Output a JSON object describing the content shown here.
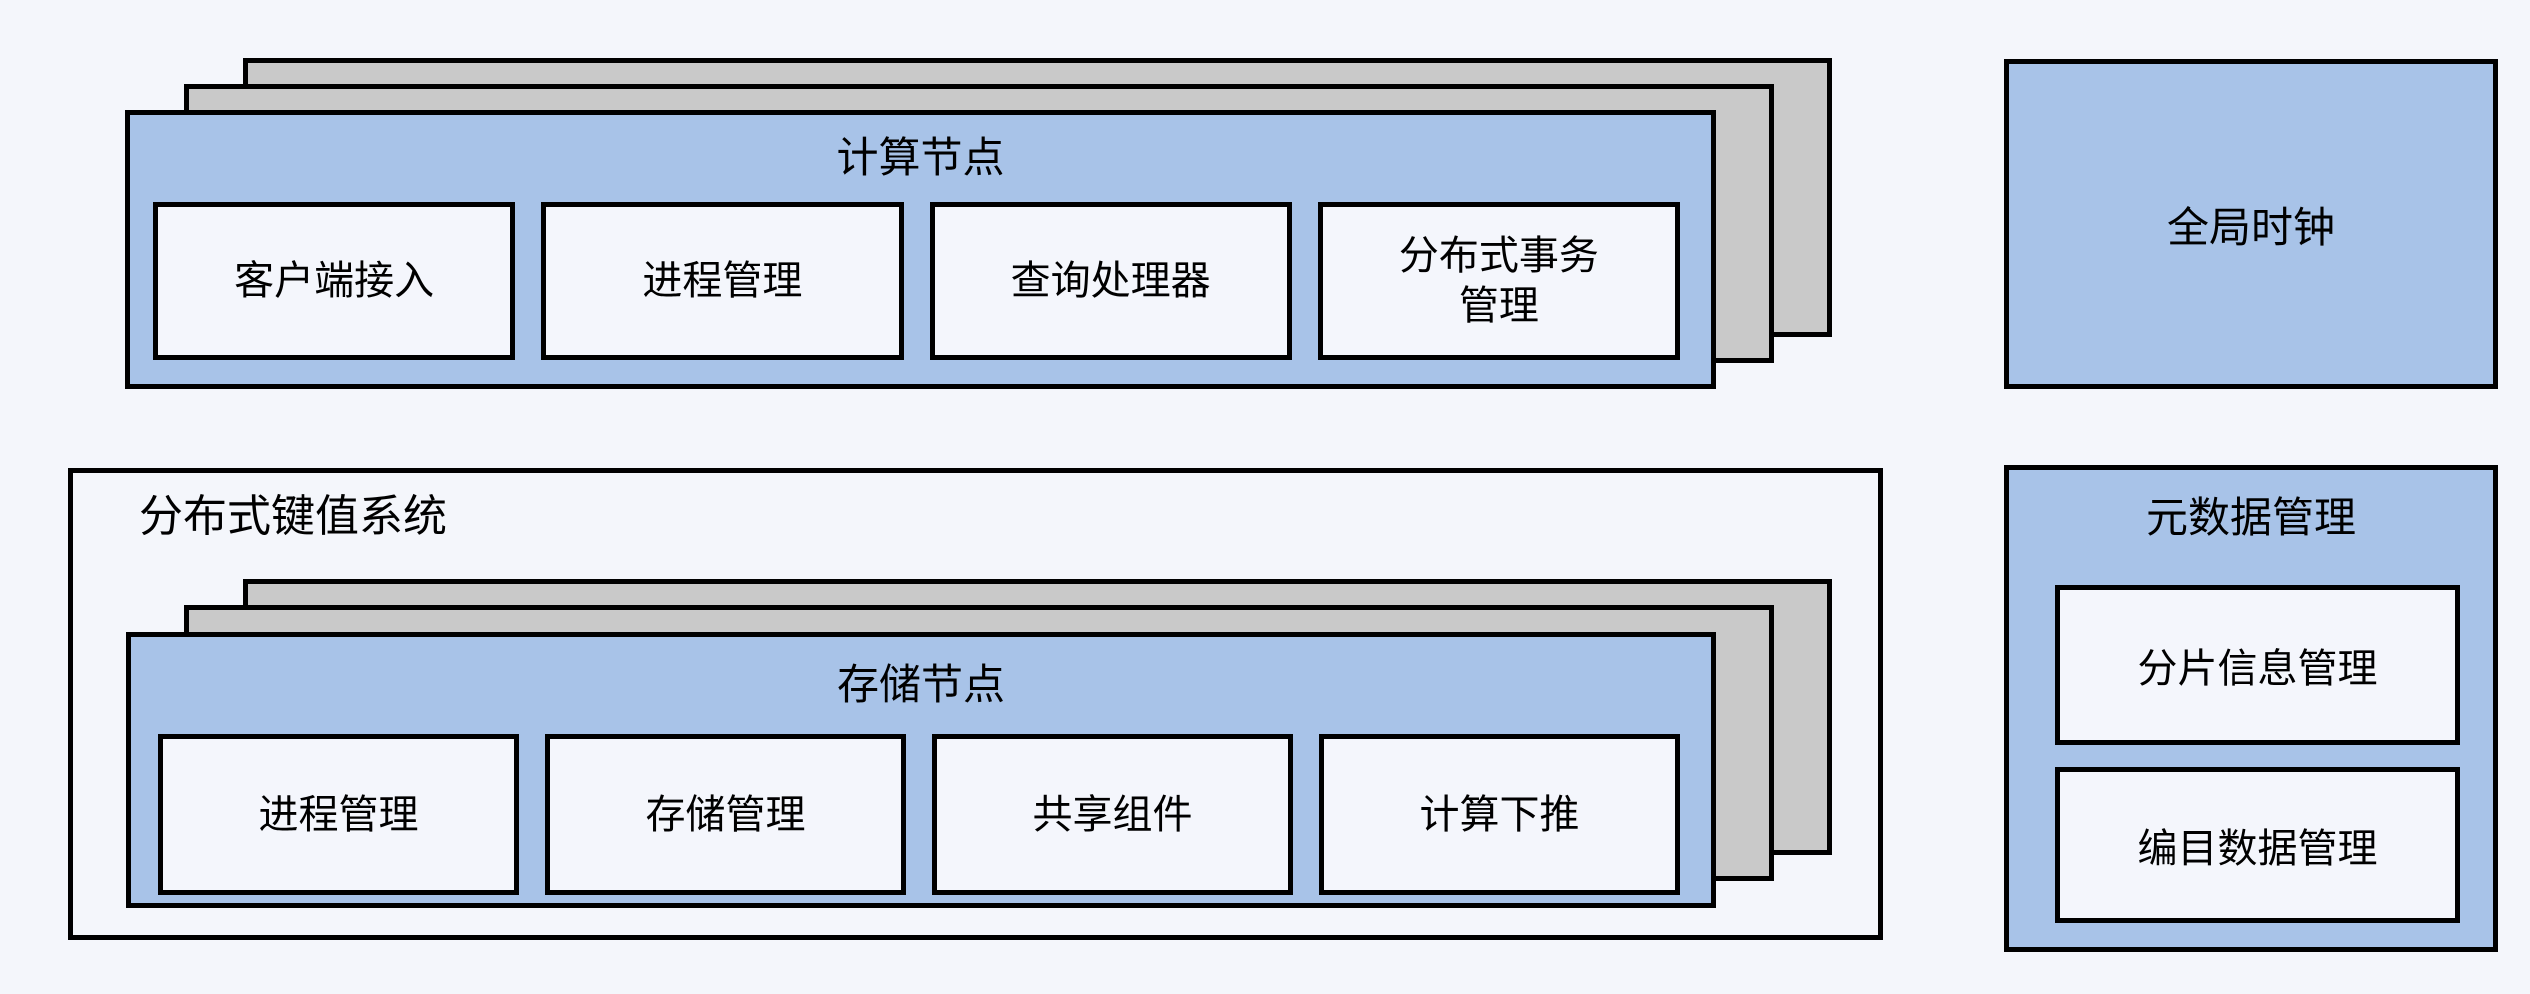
{
  "diagram": {
    "colors": {
      "background": "#f4f6fb",
      "card_blue": "#a8c3e8",
      "card_gray": "#c9c9c9",
      "module_fill": "#f4f6fc",
      "border": "#000000"
    },
    "compute_stack": {
      "title": "计算节点",
      "modules": [
        {
          "label": "客户端接入"
        },
        {
          "label": "进程管理"
        },
        {
          "label": "查询处理器"
        },
        {
          "label": "分布式事务管理"
        }
      ]
    },
    "global_clock": {
      "label": "全局时钟"
    },
    "kv_system": {
      "label": "分布式键值系统",
      "storage_stack": {
        "title": "存储节点",
        "modules": [
          {
            "label": "进程管理"
          },
          {
            "label": "存储管理"
          },
          {
            "label": "共享组件"
          },
          {
            "label": "计算下推"
          }
        ]
      }
    },
    "metadata": {
      "title": "元数据管理",
      "modules": [
        {
          "label": "分片信息管理"
        },
        {
          "label": "编目数据管理"
        }
      ]
    }
  }
}
